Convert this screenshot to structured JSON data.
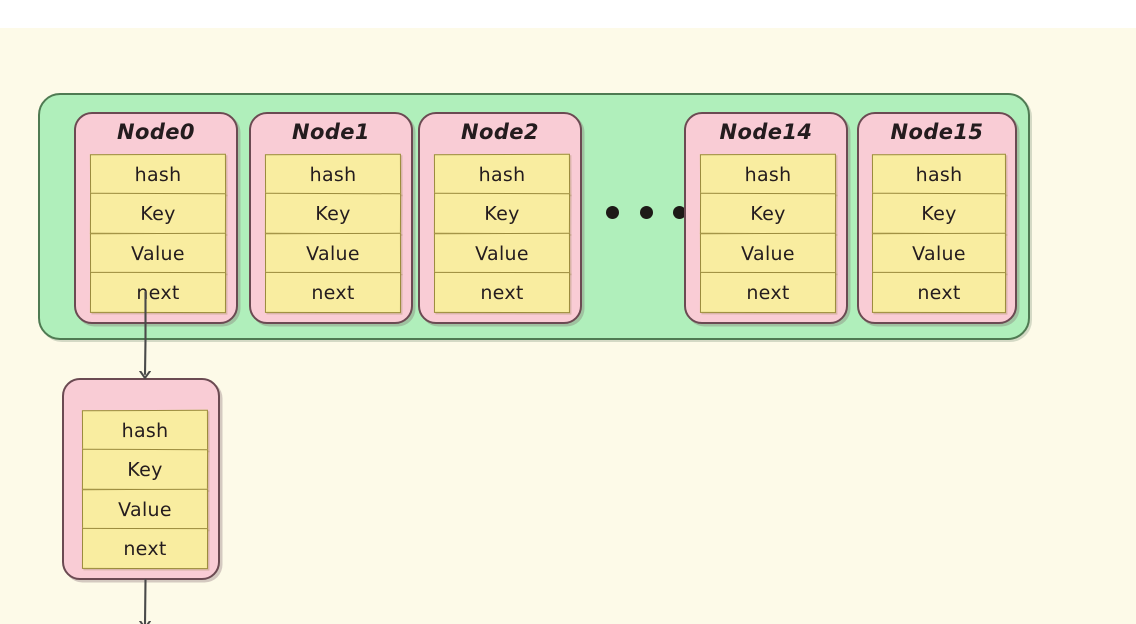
{
  "diagram": {
    "title": "HashMap bucket array with chained Node entries",
    "colors": {
      "page_background": "#fdfae8",
      "top_strip": "#ffffff",
      "array_fill": "#b0efbb",
      "array_stroke": "#4f7a52",
      "node_fill": "#f9ccd5",
      "node_stroke": "#6b4a52",
      "field_fill": "#f9eda0",
      "field_stroke": "#9a8a3c",
      "text": "#241c1e",
      "dot": "#1d1a17",
      "arrow": "#4a4a4a"
    },
    "field_labels": [
      "hash",
      "Key",
      "Value",
      "next"
    ],
    "bucket_array": {
      "name": "bucket-array",
      "nodes": [
        {
          "title": "Node0",
          "fields": [
            "hash",
            "Key",
            "Value",
            "next"
          ]
        },
        {
          "title": "Node1",
          "fields": [
            "hash",
            "Key",
            "Value",
            "next"
          ]
        },
        {
          "title": "Node2",
          "fields": [
            "hash",
            "Key",
            "Value",
            "next"
          ]
        },
        {
          "title": "Node14",
          "fields": [
            "hash",
            "Key",
            "Value",
            "next"
          ]
        },
        {
          "title": "Node15",
          "fields": [
            "hash",
            "Key",
            "Value",
            "next"
          ]
        }
      ],
      "ellipsis": "• • •",
      "ellipsis_dots": [
        "dot",
        "dot",
        "dot"
      ]
    },
    "chained_node": {
      "name": "chained-node",
      "title": "",
      "fields": [
        "hash",
        "Key",
        "Value",
        "next"
      ]
    },
    "arrows": [
      {
        "name": "arrow-node0-to-chained-node",
        "from": "Node0.next",
        "to": "chained-node"
      },
      {
        "name": "arrow-chained-node-to-next",
        "from": "chained-node.next",
        "to": "offscreen"
      }
    ]
  }
}
